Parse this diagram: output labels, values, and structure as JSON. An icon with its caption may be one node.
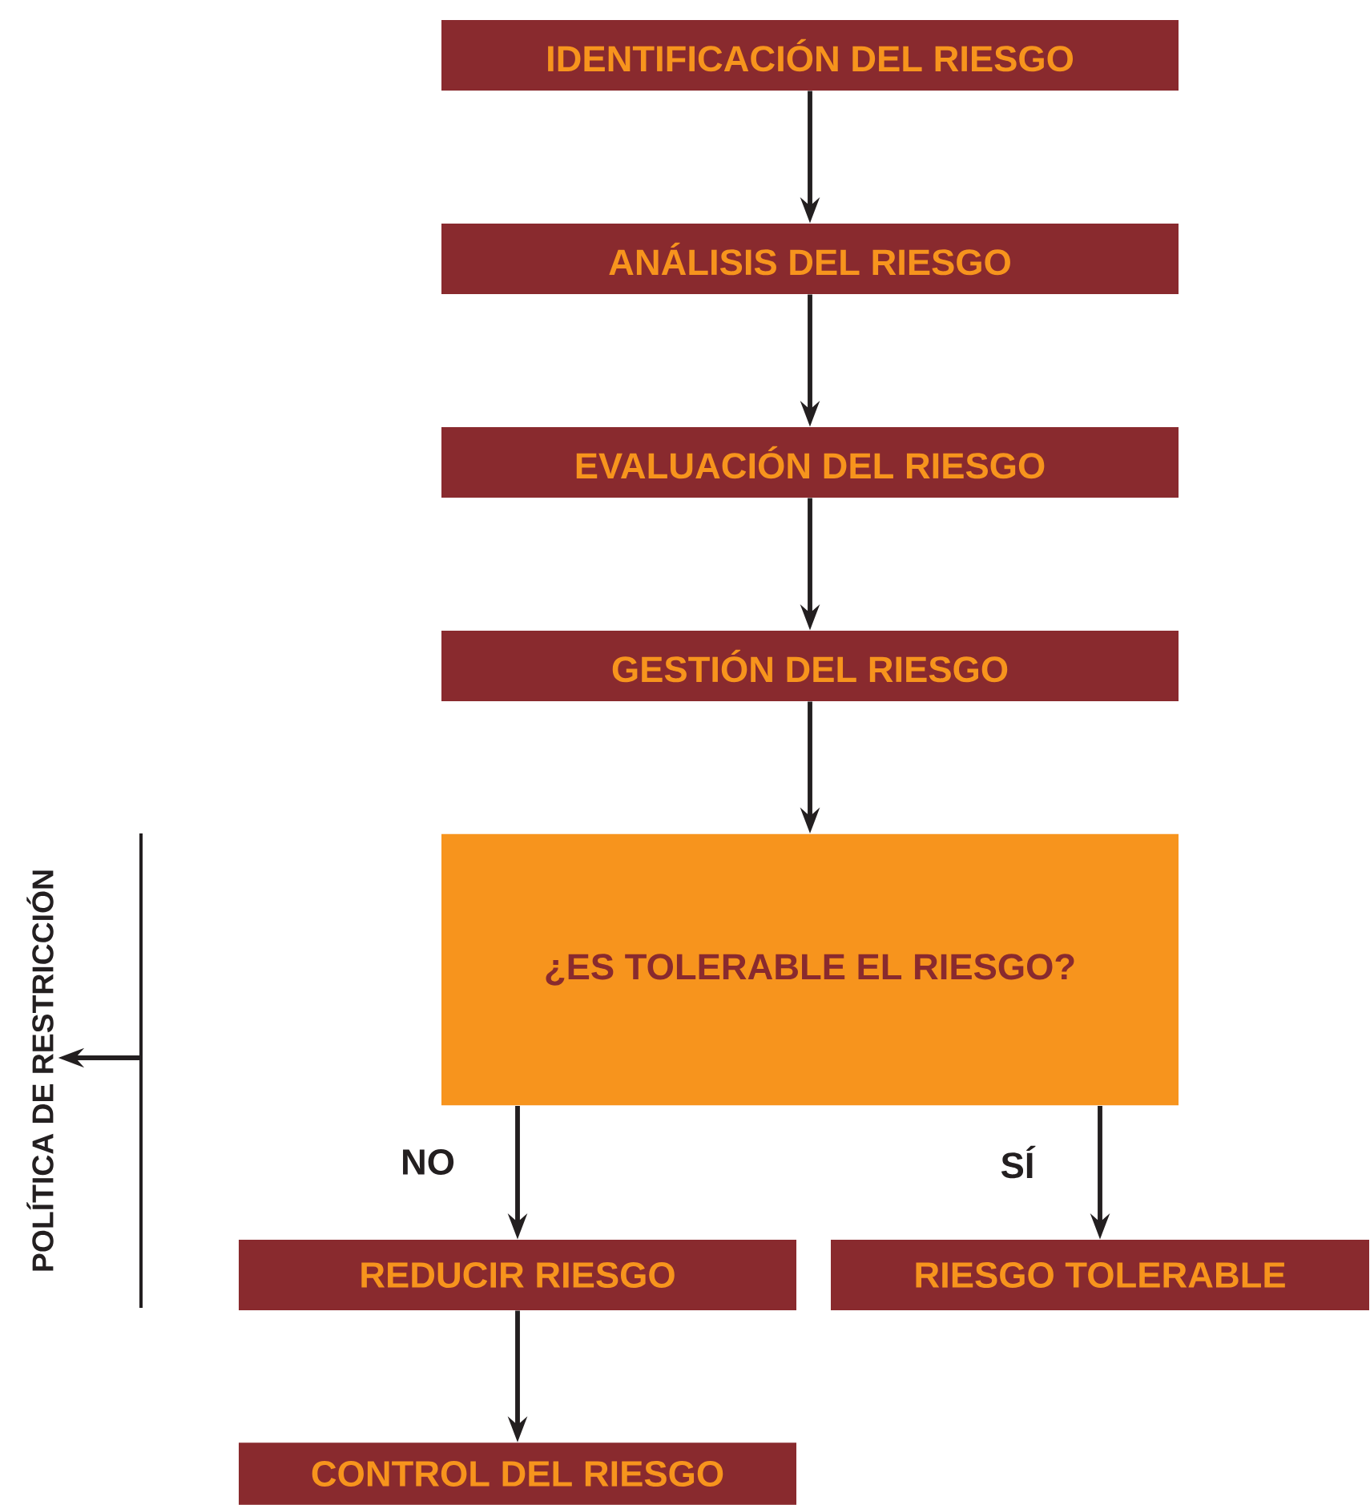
{
  "diagram": {
    "nodes": [
      {
        "text": [
          "IDENTIFICACIÓN DEL RIESGO"
        ]
      },
      {
        "text": [
          "ANÁLISIS DEL RIESGO"
        ]
      },
      {
        "text": [
          "EVALUACIÓN DEL RIESGO"
        ]
      },
      {
        "text": [
          "GESTIÓN DEL RIESGO"
        ]
      },
      {
        "text": [
          "¿ES TOLERABLE EL RIESGO?"
        ]
      },
      {
        "text": [
          "REDUCIR RIESGO"
        ]
      },
      {
        "text": [
          "RIESGO TOLERABLE"
        ]
      },
      {
        "text": [
          "CONTROL DEL RIESGO"
        ]
      },
      {
        "text": [
          "POLÍTICA DE RESTRICCIÓN"
        ]
      }
    ],
    "edges": [
      {
        "from": 0,
        "to": 1,
        "arrow": "to"
      },
      {
        "from": 1,
        "to": 2,
        "arrow": "to"
      },
      {
        "from": 2,
        "to": 3,
        "arrow": "to"
      },
      {
        "from": 3,
        "to": 4,
        "arrow": "to"
      },
      {
        "from": 4,
        "to": 5,
        "arrow": "to",
        "label": "NO"
      },
      {
        "from": 4,
        "to": 6,
        "arrow": "to",
        "label": "SÍ"
      },
      {
        "from": 5,
        "to": 7,
        "arrow": "to"
      },
      {
        "from": null,
        "to": 8,
        "arrow": "to"
      }
    ]
  }
}
